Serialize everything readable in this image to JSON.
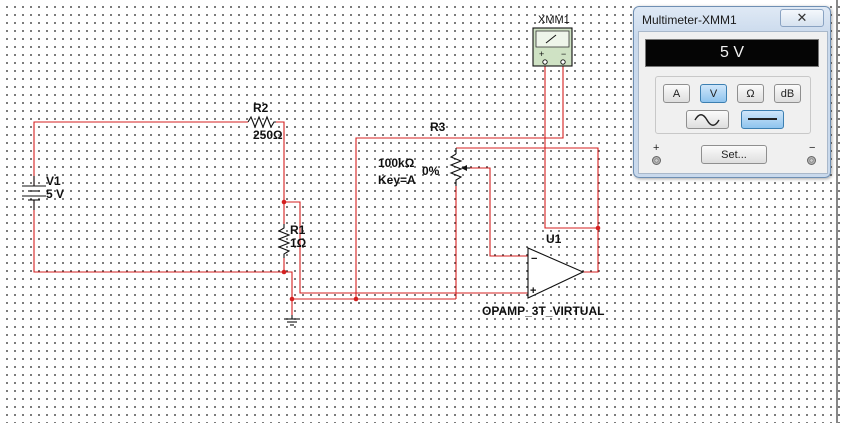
{
  "schematic": {
    "v1": {
      "name": "V1",
      "value": "5 V"
    },
    "r2": {
      "name": "R2",
      "value": "250Ω"
    },
    "r1": {
      "name": "R1",
      "value": "1Ω"
    },
    "r3": {
      "name": "R3",
      "value": "100kΩ",
      "key": "Key=A",
      "percent": "0%"
    },
    "u1": {
      "name": "U1",
      "model": "OPAMP_3T_VIRTUAL"
    },
    "xmm1": {
      "name": "XMM1"
    },
    "colors": {
      "wire": "#d42020",
      "component": "#111111",
      "meter_bg": "#cfe2c4"
    }
  },
  "multimeter_window": {
    "title": "Multimeter-XMM1",
    "close_symbol": "✕",
    "reading": "5 V",
    "mode_buttons": [
      "A",
      "V",
      "Ω",
      "dB"
    ],
    "active_mode": "V",
    "signal_modes": [
      "ac-wave-icon",
      "dc-line-icon"
    ],
    "active_signal": "dc-line-icon",
    "set_label": "Set...",
    "plus_label": "+",
    "minus_label": "−"
  }
}
